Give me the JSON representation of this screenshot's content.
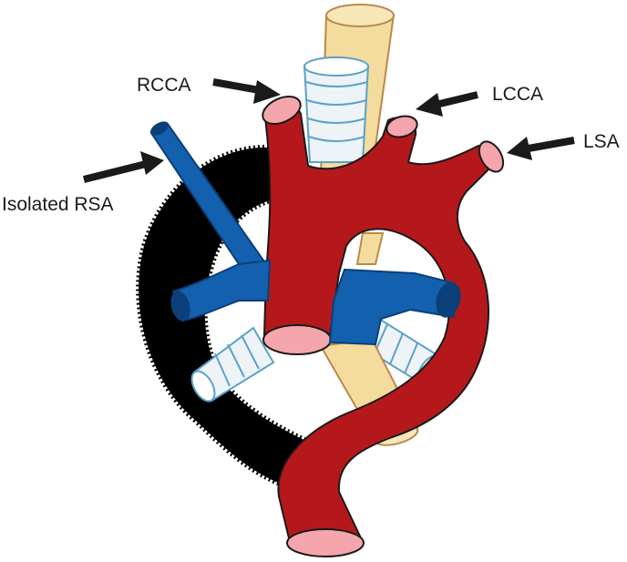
{
  "labels": {
    "rcca": "RCCA",
    "lcca": "LCCA",
    "lsa": "LSA",
    "isolated_rsa": "Isolated RSA"
  },
  "colors": {
    "aorta": "#b5181b",
    "aorta_lumen": "#f4a6ac",
    "vein": "#1260ae",
    "vein_dark": "#0b3f7a",
    "esophagus": "#f4dc9e",
    "trachea": "#eef3f7",
    "ductus": "#000000",
    "arrow": "#1a1a1a"
  }
}
